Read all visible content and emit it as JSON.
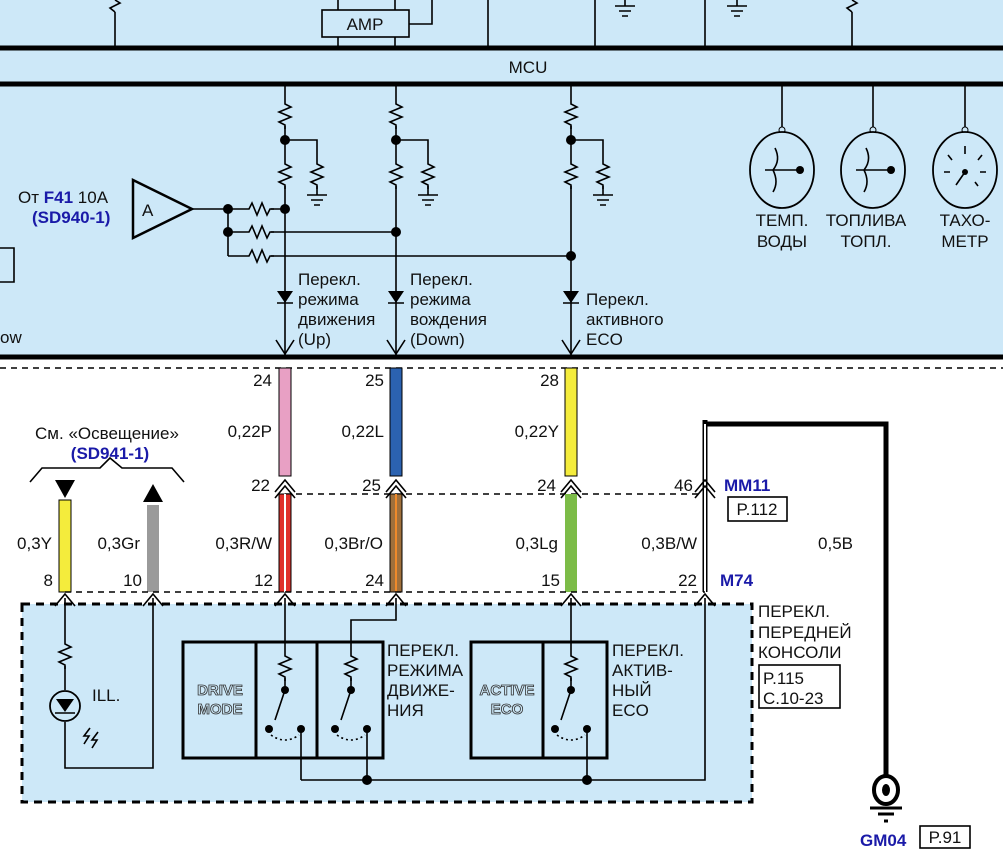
{
  "mcu": {
    "label": "MCU",
    "amp": "AMP",
    "amp_a": "A"
  },
  "source": {
    "prefix": "От",
    "fuse": "F41",
    "rating": "10A",
    "ref": "(SD940-1)"
  },
  "left_fragment": "ow",
  "gauges": [
    {
      "l1": "ТЕМП.",
      "l2": "ВОДЫ"
    },
    {
      "l1": "ТОПЛИВА",
      "l2": "ТОПЛ."
    },
    {
      "l1": "ТАХО-",
      "l2": "МЕТР"
    }
  ],
  "signals": [
    {
      "l1": "Перекл.",
      "l2": "режима",
      "l3": "движения",
      "l4": "(Up)"
    },
    {
      "l1": "Перекл.",
      "l2": "режима",
      "l3": "вождения",
      "l4": "(Down)"
    },
    {
      "l1": "Перекл.",
      "l2": "активного",
      "l3": "ECO"
    }
  ],
  "upper_wires": [
    {
      "pin_top": "24",
      "label": "0,22P",
      "pin_bottom": "22",
      "color": "#e8a0c4"
    },
    {
      "pin_top": "25",
      "label": "0,22L",
      "pin_bottom": "25",
      "color": "#2b62b0"
    },
    {
      "pin_top": "28",
      "label": "0,22Y",
      "pin_bottom": "24",
      "color": "#f4ec3c"
    }
  ],
  "lower_wires": [
    {
      "label": "0,3Y",
      "pin": "8",
      "color": "#f4ec3c"
    },
    {
      "label": "0,3Gr",
      "pin": "10",
      "color": "#9a9a9a"
    },
    {
      "label": "0,3R/W",
      "pin": "12",
      "color": "#e0302a"
    },
    {
      "label": "0,3Br/O",
      "pin": "24",
      "color": "#a0703c"
    },
    {
      "label": "0,3Lg",
      "pin": "15",
      "color": "#7cbc48"
    },
    {
      "label": "0,3B/W",
      "pin": "22",
      "color": "#000000"
    }
  ],
  "lighting": {
    "see": "См. «Освещение»",
    "ref": "(SD941-1)",
    "ill": "ILL."
  },
  "connectors": {
    "mm11": "MM11",
    "mm11_pin": "46",
    "mm11_page": "P.112",
    "m74": "M74"
  },
  "ground": {
    "wire": "0,5B",
    "id": "GM04",
    "page": "P.91"
  },
  "console": {
    "l1": "ПЕРЕКЛ.",
    "l2": "ПЕРЕДНЕЙ",
    "l3": "КОНСОЛИ",
    "page1": "P.115",
    "page2": "C.10-23"
  },
  "drive_mode": {
    "btn1": "DRIVE",
    "btn2": "MODE",
    "l1": "ПЕРЕКЛ.",
    "l2": "РЕЖИМА",
    "l3": "ДВИЖЕ-",
    "l4": "НИЯ"
  },
  "active_eco": {
    "btn1": "ACTIVE",
    "btn2": "ECO",
    "l1": "ПЕРЕКЛ.",
    "l2": "АКТИВ-",
    "l3": "НЫЙ",
    "l4": "ECO"
  }
}
